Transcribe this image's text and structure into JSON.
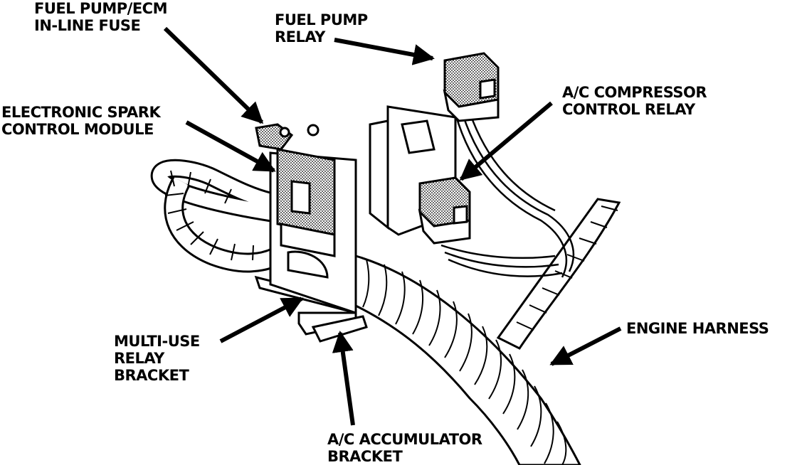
{
  "colors": {
    "ink": "#000000",
    "paper": "#ffffff",
    "shade": "#8c8c8c"
  },
  "labels": {
    "fuel_pump_ecm_fuse": [
      "FUEL PUMP/ECM",
      "IN-LINE FUSE"
    ],
    "fuel_pump_relay": [
      "FUEL PUMP",
      "RELAY"
    ],
    "ac_compressor_relay": [
      "A/C COMPRESSOR",
      "CONTROL RELAY"
    ],
    "electronic_spark_module": [
      "ELECTRONIC SPARK",
      "CONTROL MODULE"
    ],
    "engine_harness": [
      "ENGINE HARNESS"
    ],
    "multi_use_bracket": [
      "MULTI-USE",
      "RELAY",
      "BRACKET"
    ],
    "ac_accumulator_bracket": [
      "A/C ACCUMULATOR",
      "BRACKET"
    ]
  }
}
